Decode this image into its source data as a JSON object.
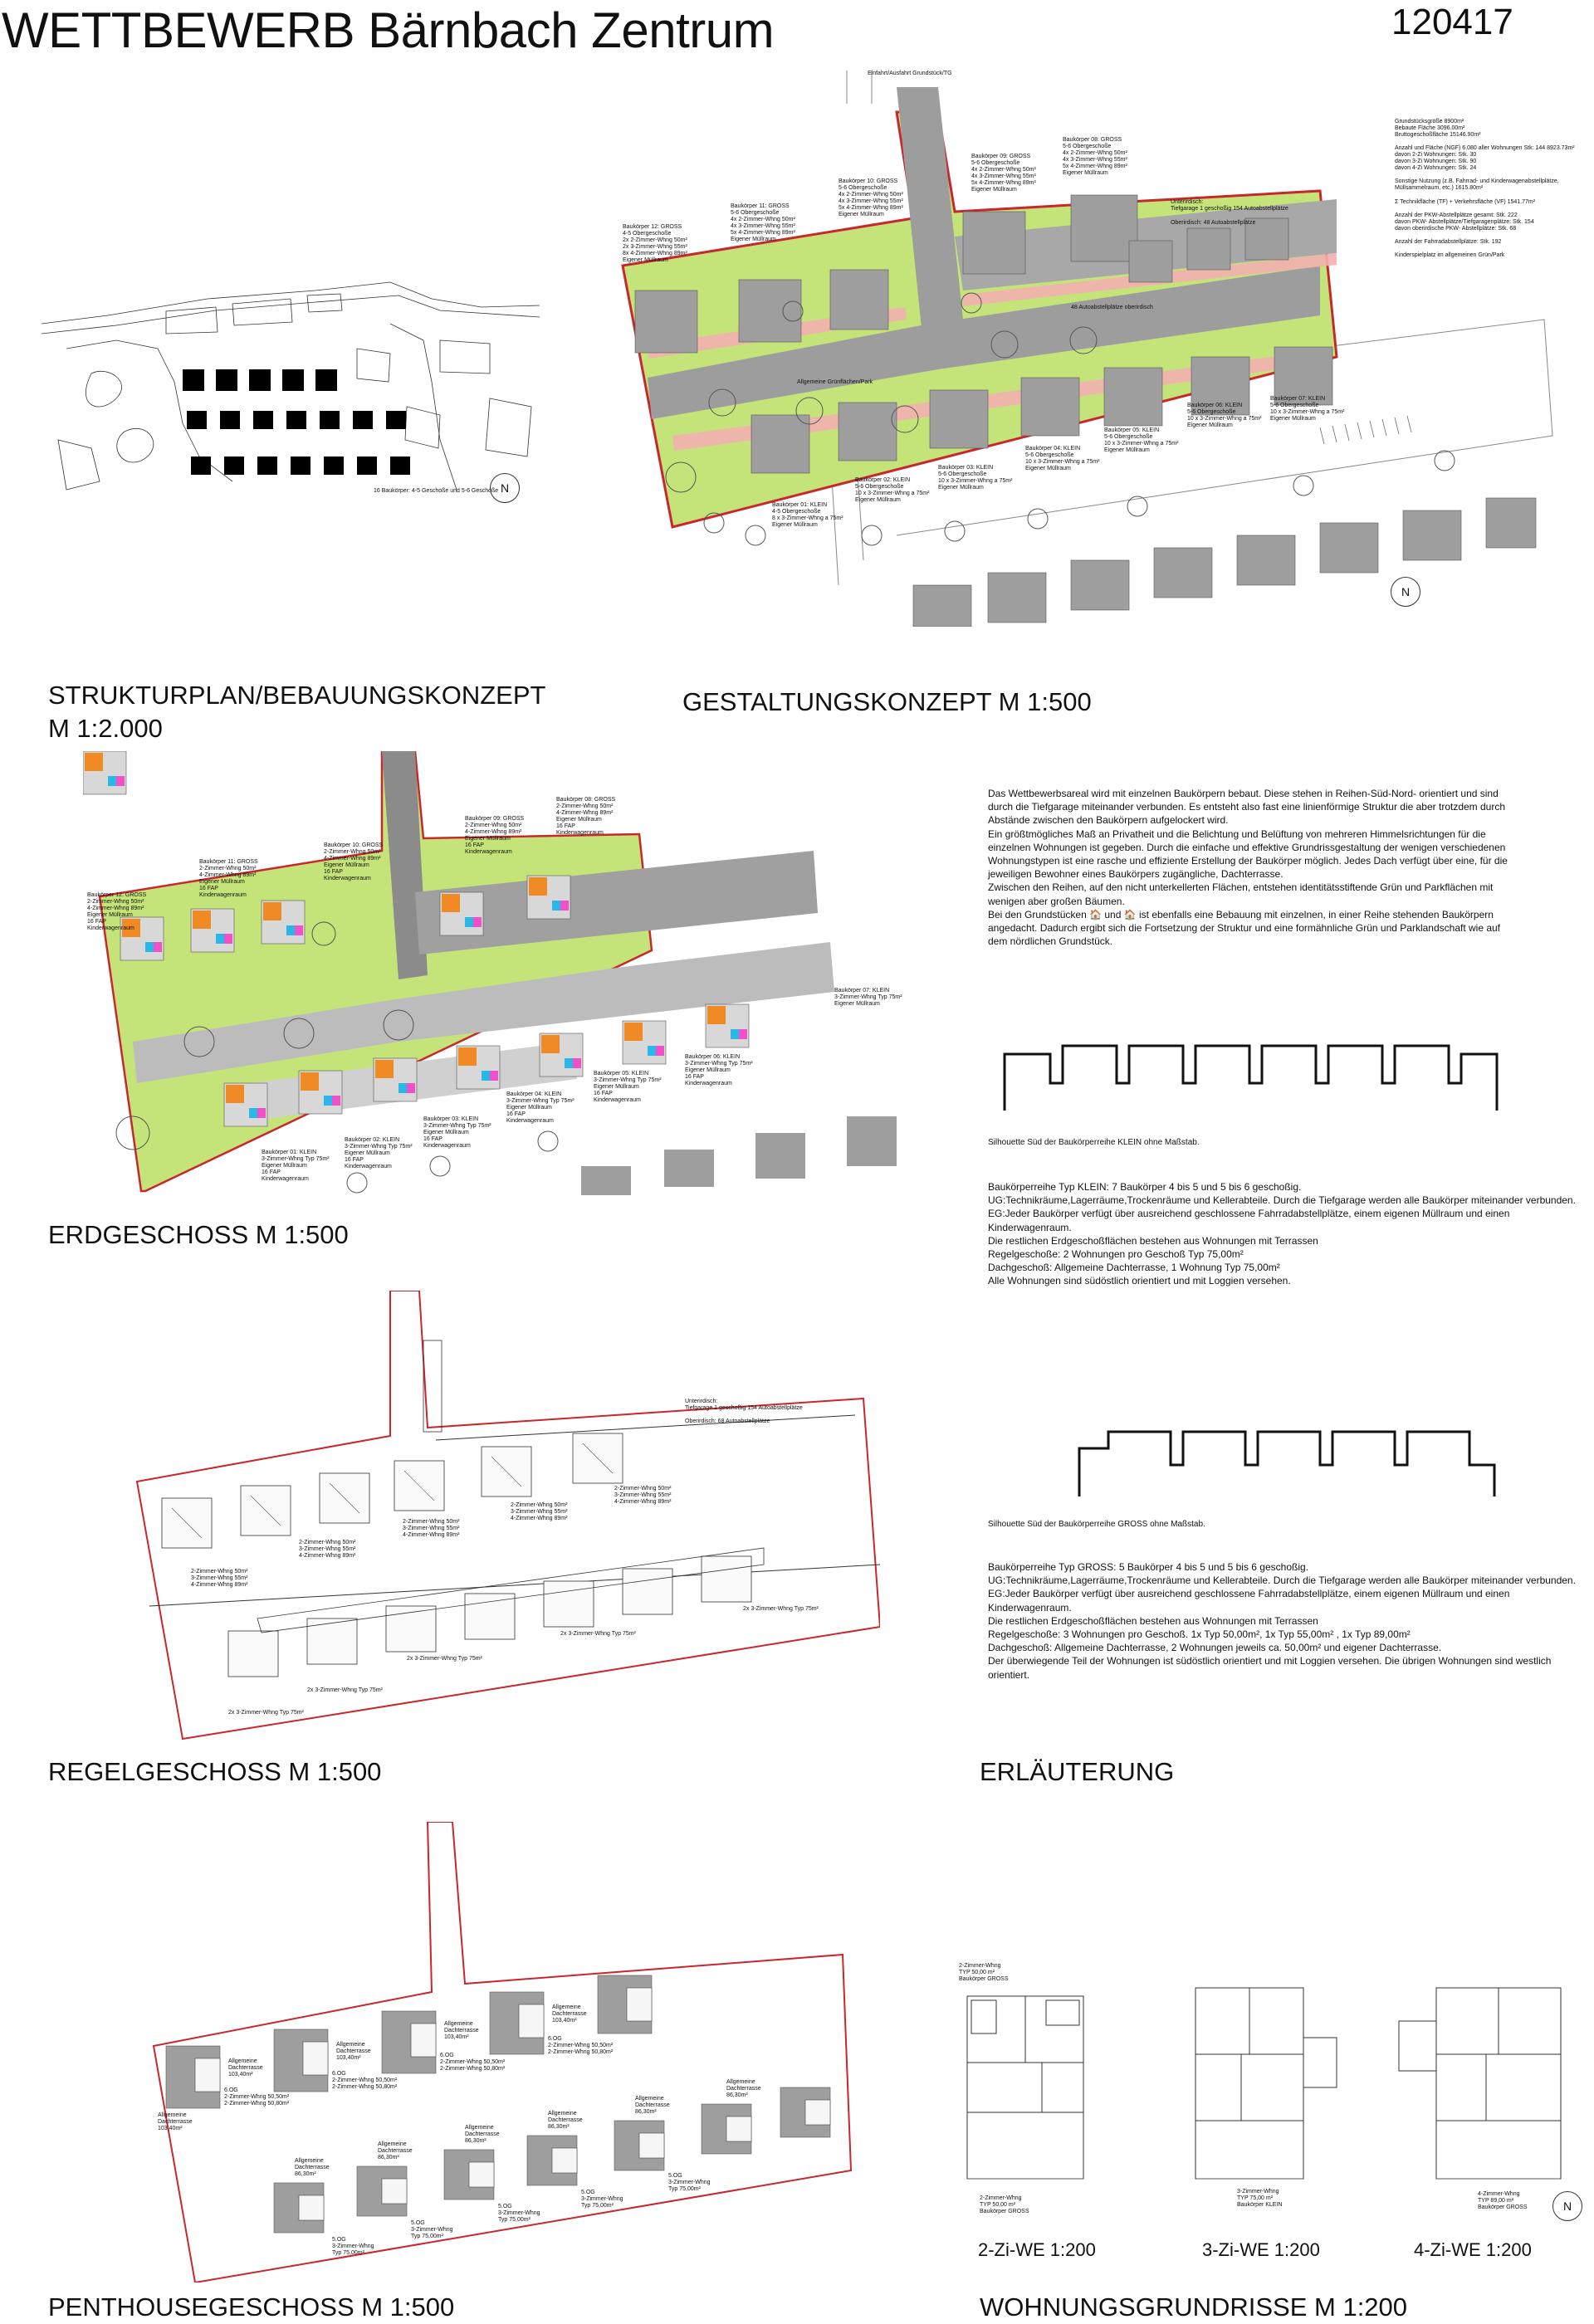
{
  "header": {
    "title": "WETTBEWERB Bärnbach Zentrum",
    "number": "120417"
  },
  "sections": {
    "struktur": "STRUKTURPLAN/BEBAUUNGSKONZEPT M 1:2.000",
    "gestaltung": "GESTALTUNGSKONZEPT M 1:500",
    "erdgeschoss": "ERDGESCHOSS M 1:500",
    "regel": "REGELGESCHOSS M 1:500",
    "erlaeuterung": "ERLÄUTERUNG",
    "penthouse": "PENTHOUSEGESCHOSS M 1:500",
    "wohnung": "WOHNUNGSGRUNDRISSE M 1:200"
  },
  "struktur_note": "16 Baukörper: 4-5 Geschoße und 5-6 Geschoße",
  "north": "N",
  "gestaltung_labels": {
    "access": "Einfahrt/Ausfahrt Grundstück/TG",
    "underground": "Unterirdisch:\nTiefgarage 1 geschoßig 154 Autoabstellplätze",
    "above": "Oberirdisch: 48 Autoabstellplätze",
    "parking_strip": "48 Autoabstellplätze oberirdisch",
    "green": "Allgemeine Grünflächen/Park",
    "b12": "Baukörper 12: GROSS\n4-5 Obergeschoße\n2x 2-Zimmer-Whng 50m²\n2x 3-Zimmer-Whng 55m²\n8x 4-Zimmer-Whng 89m²\nEigener Müllraum",
    "b11": "Baukörper 11: GROSS\n5-6 Obergeschoße\n4x 2-Zimmer-Whng 50m²\n4x 3-Zimmer-Whng 55m²\n5x 4-Zimmer-Whng 89m²\nEigener Müllraum",
    "b10": "Baukörper 10: GROSS\n5-6 Obergeschoße\n4x 2-Zimmer-Whng 50m²\n4x 3-Zimmer-Whng 55m²\n5x 4-Zimmer-Whng 89m²\nEigener Müllraum",
    "b09": "Baukörper 09: GROSS\n5-6 Obergeschoße\n4x 2-Zimmer-Whng 50m²\n4x 3-Zimmer-Whng 55m²\n5x 4-Zimmer-Whng 89m²\nEigener Müllraum",
    "b08": "Baukörper 08: GROSS\n5-6 Obergeschoße\n4x 2-Zimmer-Whng 50m²\n4x 3-Zimmer-Whng 55m²\n5x 4-Zimmer-Whng 89m²\nEigener Müllraum",
    "b01": "Baukörper 01: KLEIN\n4-5 Obergeschoße\n8 x 3-Zimmer-Whng a 75m²\nEigener Müllraum",
    "b02": "Baukörper 02: KLEIN\n5-6 Obergeschoße\n10 x 3-Zimmer-Whng a 75m²\nEigener Müllraum",
    "b03": "Baukörper 03: KLEIN\n5-6 Obergeschoße\n10 x 3-Zimmer-Whng a 75m²\nEigener Müllraum",
    "b04": "Baukörper 04: KLEIN\n5-6 Obergeschoße\n10 x 3-Zimmer-Whng a 75m²\nEigener Müllraum",
    "b05": "Baukörper 05: KLEIN\n5-6 Obergeschoße\n10 x 3-Zimmer-Whng a 75m²\nEigener Müllraum",
    "b06": "Baukörper 06: KLEIN\n5-6 Obergeschoße\n10 x 3-Zimmer-Whng a 75m²\nEigener Müllraum",
    "b07": "Baukörper 07: KLEIN\n5-6 Obergeschoße\n10 x 3-Zimmer-Whng a 75m²\nEigener Müllraum"
  },
  "stats": "Grundstücksgröße 8900m²\nBebaute Fläche 3096.00m²\nBruttogeschoßfläche 15146.90m²\n\nAnzahl und Fläche (NGF) 6.080 aller Wohnungen Stk: 144 8923.73m²\ndavon 2-Zi Wohnungen: Stk. 30\ndavon 3-Zi Wohnungen: Stk. 90\ndavon 4-Zi Wohnungen: Stk. 24\n\nSonstige Nutzung (z.B. Fahrrad- und Kinderwagenabstellplätze, Müllsammelraum, etc.) 1615.80m²\n\nΣ Technikfläche (TF) + Verkehrsfläche (VF) 1541.77m²\n\nAnzahl der PKW-Abstellplätze gesamt: Stk. 222\ndavon PKW- Abstellplätze/Tiefgaragenplätze: Stk. 154\ndavon oberirdische PKW- Abstellplätze: Stk. 68\n\nAnzahl der Fahrradabstellplätze: Stk. 192\n\nKinderspielplatz im allgemeinen Grün/Park",
  "description": [
    "Das Wettbewerbsareal wird mit einzelnen Baukörpern bebaut. Diese stehen in Reihen-Süd-Nord- orientiert und sind durch die Tiefgarage miteinander verbunden. Es entsteht also fast eine linienförmige Struktur die aber trotzdem durch Abstände zwischen den Baukörpern aufgelockert wird.",
    "Ein größtmögliches Maß an Privatheit und die Belichtung und Belüftung von mehreren Himmelsrichtungen für die einzelnen Wohnungen ist gegeben. Durch die einfache und effektive Grundrissgestaltung der wenigen verschiedenen Wohnungstypen ist eine rasche und effiziente Erstellung der Baukörper möglich. Jedes Dach verfügt über eine, für die jeweiligen Bewohner eines Baukörpers zugängliche, Dachterrasse.",
    "Zwischen den Reihen, auf den nicht unterkellerten Flächen, entstehen identitätsstiftende Grün und Parkflächen mit wenigen aber großen Bäumen.",
    "Bei den Grundstücken 🏠 und 🏠 ist ebenfalls eine Bebauung mit einzelnen, in einer Reihe stehenden Baukörpern angedacht. Dadurch ergibt sich die Fortsetzung der Struktur und eine formähnliche Grün und Parklandschaft wie auf dem nördlichen Grundstück."
  ],
  "silhouette_klein": "Silhouette Süd der Baukörperreihe KLEIN ohne Maßstab.",
  "silhouette_gross": "Silhouette Süd der Baukörperreihe GROSS ohne Maßstab.",
  "klein_text": [
    "Baukörperreihe Typ KLEIN: 7 Baukörper 4 bis 5 und 5 bis 6 geschoßig.",
    "UG:Technikräume,Lagerräume,Trockenräume und Kellerabteile. Durch die Tiefgarage werden alle Baukörper miteinander verbunden.",
    "EG:Jeder Baukörper verfügt über ausreichend geschlossene Fahrradabstellplätze, einem eigenen Müllraum und einen Kinderwagenraum.",
    "Die restlichen Erdgeschoßflächen bestehen aus Wohnungen mit Terrassen",
    "Regelgeschoße: 2 Wohnungen pro Geschoß Typ 75,00m²",
    "Dachgeschoß: Allgemeine Dachterrasse, 1 Wohnung Typ 75,00m²",
    "Alle Wohnungen sind südöstlich orientiert und mit Loggien versehen."
  ],
  "gross_text": [
    "Baukörperreihe Typ GROSS: 5 Baukörper 4 bis 5 und 5 bis 6 geschoßig.",
    "UG:Technikräume,Lagerräume,Trockenräume und Kellerabteile. Durch die Tiefgarage werden alle Baukörper miteinander verbunden.",
    "EG:Jeder Baukörper verfügt über ausreichend geschlossene Fahrradabstellplätze, einem eigenen Müllraum und einen Kinderwagenraum.",
    "Die restlichen Erdgeschoßflächen bestehen aus Wohnungen mit Terrassen",
    "Regelgeschoße: 3 Wohnungen pro Geschoß. 1x Typ 50,00m², 1x Typ 55,00m² , 1x Typ 89,00m²",
    "Dachgeschoß: Allgemeine Dachterrasse, 2 Wohnungen jeweils ca. 50,00m² und eigener Dachterrasse.",
    "Der überwiegende Teil der Wohnungen ist südöstlich orientiert und mit Loggien versehen. Die übrigen Wohnungen sind westlich orientiert."
  ],
  "eg_labels": {
    "b12": "Baukörper 12: GROSS\n2-Zimmer-Whng 50m²\n4-Zimmer-Whng 89m²\nEigener Müllraum\n16 FAP\nKinderwagenraum",
    "b11": "Baukörper 11: GROSS\n2-Zimmer-Whng 50m²\n4-Zimmer-Whng 89m²\nEigener Müllraum\n16 FAP\nKinderwagenraum",
    "b10": "Baukörper 10: GROSS\n2-Zimmer-Whng 50m²\n4-Zimmer-Whng 89m²\nEigener Müllraum\n16 FAP\nKinderwagenraum",
    "b09": "Baukörper 09: GROSS\n2-Zimmer-Whng 50m²\n4-Zimmer-Whng 89m²\nEigener Müllraum\n16 FAP\nKinderwagenraum",
    "b08": "Baukörper 08: GROSS\n2-Zimmer-Whng 50m²\n4-Zimmer-Whng 89m²\nEigener Müllraum\n16 FAP\nKinderwagenraum",
    "b07": "Baukörper 07: KLEIN\n3-Zimmer-Whng Typ 75m²\nEigener Müllraum",
    "b06": "Baukörper 06: KLEIN\n3-Zimmer-Whng Typ 75m²\nEigener Müllraum\n16 FAP\nKinderwagenraum",
    "b05": "Baukörper 05: KLEIN\n3-Zimmer-Whng Typ 75m²\nEigener Müllraum\n16 FAP\nKinderwagenraum",
    "b04": "Baukörper 04: KLEIN\n3-Zimmer-Whng Typ 75m²\nEigener Müllraum\n16 FAP\nKinderwagenraum",
    "b03": "Baukörper 03: KLEIN\n3-Zimmer-Whng Typ 75m²\nEigener Müllraum\n16 FAP\nKinderwagenraum",
    "b02": "Baukörper 02: KLEIN\n3-Zimmer-Whng Typ 75m²\nEigener Müllraum\n16 FAP\nKinderwagenraum",
    "b01": "Baukörper 01: KLEIN\n3-Zimmer-Whng Typ 75m²\nEigener Müllraum\n16 FAP\nKinderwagenraum"
  },
  "rg_labels": {
    "tg": "Unterirdisch:\nTiefgarage 1 geschoßig 154 Autoabstellplätze\n\nOberirdisch: 68 Autoabstellplätze",
    "gross_a": "2-Zimmer-Whng 50m²\n3-Zimmer-Whng 55m²\n4-Zimmer-Whng 89m²",
    "klein_a": "2x 3-Zimmer-Whng Typ 75m²"
  },
  "ph_labels": {
    "dach_gross": "Allgemeine\nDachterrasse\n103,40m²",
    "dach_klein": "Allgemeine\nDachterrasse\n86,30m²",
    "og_gross": "6.OG\n2-Zimmer-Whng 50,50m²\n2-Zimmer-Whng 50,80m²",
    "og_klein": "5.OG\n3-Zimmer-Whng\nTyp 75,00m²"
  },
  "plans": {
    "zi2": "2-Zi-WE 1:200",
    "zi3": "3-Zi-WE 1:200",
    "zi4": "4-Zi-WE 1:200",
    "zi2_note": "2-Zimmer-Whng\nTYP 50,00 m²\nBaukörper GROSS",
    "zi2_note_b": "2-Zimmer-Whng\nTYP 50,00 m²\nBaukörper GROSS",
    "zi3_note": "3-Zimmer-Whng\nTYP 75,00 m²\nBaukörper KLEIN",
    "zi4_note": "4-Zimmer-Whng\nTYP 89,00 m²\nBaukörper GROSS"
  },
  "colors": {
    "site_border": "#c8272c",
    "green": "#c4e47a",
    "road": "#9d9d9d",
    "building": "#9e9e9e",
    "orange": "#f08a24",
    "cyan": "#2bb6e8",
    "magenta": "#f050c8",
    "hatch": "#f3b0b0"
  }
}
